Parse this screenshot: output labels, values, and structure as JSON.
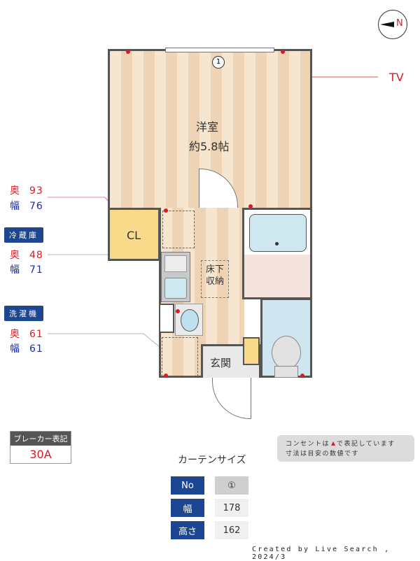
{
  "compass": {
    "label": "N"
  },
  "rooms": {
    "western_room": {
      "name": "洋室",
      "size": "約5.8帖"
    },
    "closet": {
      "name": "CL"
    },
    "underfloor_storage": {
      "line1": "床下",
      "line2": "収納"
    },
    "entrance": {
      "name": "玄関"
    },
    "curtain_marker": "1"
  },
  "annotations": {
    "tv": "TV",
    "closet_dims": {
      "depth_key": "奥",
      "depth": "93",
      "width_key": "幅",
      "width": "76"
    },
    "fridge": {
      "tag": "冷蔵庫",
      "depth_key": "奥",
      "depth": "48",
      "width_key": "幅",
      "width": "71"
    },
    "washer": {
      "tag": "洗濯機",
      "depth_key": "奥",
      "depth": "61",
      "width_key": "幅",
      "width": "61"
    }
  },
  "breaker": {
    "title": "ブレーカー表記",
    "value": "30A"
  },
  "note": {
    "line1_pre": "コンセントは",
    "line1_post": "で表記しています",
    "line2": "寸法は目安の数値です"
  },
  "curtain": {
    "title": "カーテンサイズ",
    "rows": [
      {
        "head": "No",
        "value": "①"
      },
      {
        "head": "幅",
        "value": "178"
      },
      {
        "head": "高さ",
        "value": "162"
      }
    ]
  },
  "footer": {
    "credit": "Created by Live Search , 2024/3"
  },
  "colors": {
    "outlet": "#d81c22",
    "tag_bg": "#1c4690",
    "wall": "#555555"
  }
}
